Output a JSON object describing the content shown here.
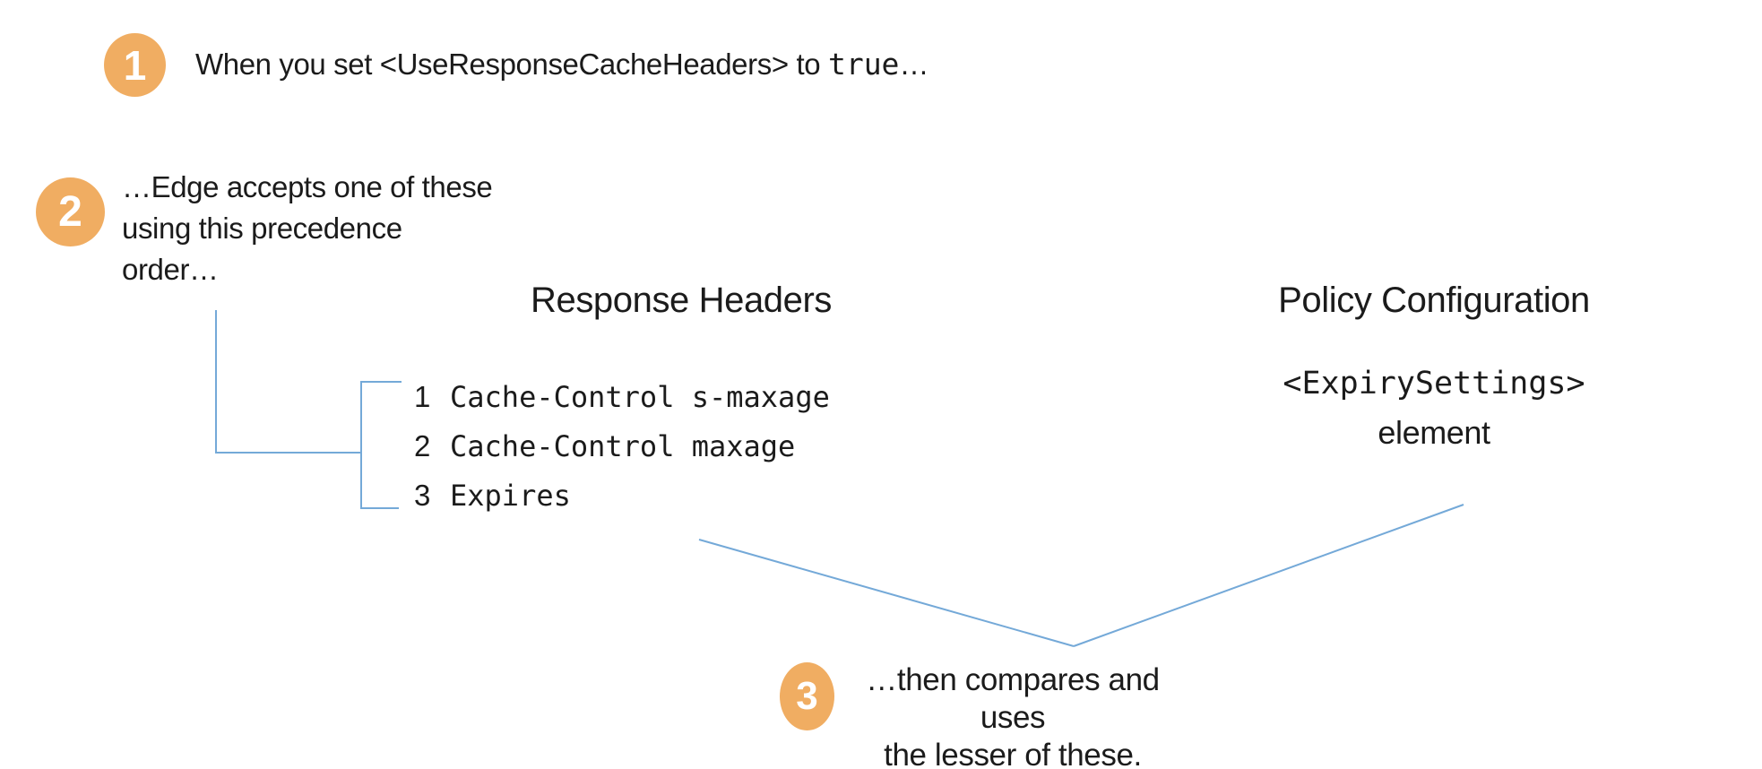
{
  "title": "Response cache headers precedence diagram",
  "colors": {
    "badge_orange": "#F0AD62",
    "line_blue": "#74A9D8",
    "text": "#1b1b1b"
  },
  "steps": {
    "step1": {
      "number": "1",
      "text_prefix": "When you set <UseResponseCacheHeaders> to ",
      "text_code": "true",
      "text_suffix": "…"
    },
    "step2": {
      "number": "2",
      "line1": "…Edge accepts one of these",
      "line2": "using this precedence",
      "line3": "order…"
    },
    "step3": {
      "number": "3",
      "line1": "…then compares and uses",
      "line2": "the lesser of these."
    }
  },
  "columns": {
    "response_headers": {
      "title": "Response Headers",
      "items": [
        {
          "rank": "1",
          "value": "Cache-Control s-maxage"
        },
        {
          "rank": "2",
          "value": "Cache-Control maxage"
        },
        {
          "rank": "3",
          "value": "Expires"
        }
      ]
    },
    "policy_configuration": {
      "title": "Policy Configuration",
      "code": "<ExpirySettings>",
      "caption": "element"
    }
  }
}
